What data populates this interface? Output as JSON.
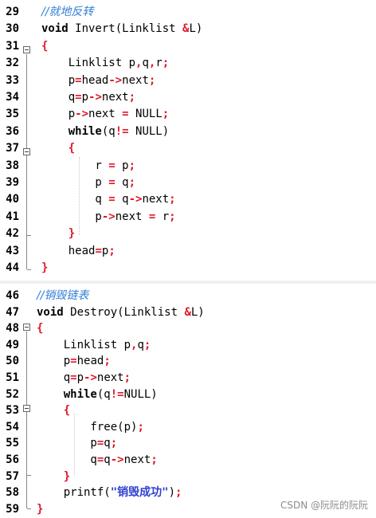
{
  "colors": {
    "keyword": "#000000",
    "operator": "#e0182a",
    "comment": "#2f7ed4",
    "string": "#2f3fd0",
    "watermark": "#8c8c8c"
  },
  "top": {
    "lines": [
      {
        "n": "29",
        "tokens": [
          {
            "t": "//就地反转",
            "c": "cm"
          }
        ]
      },
      {
        "n": "30",
        "tokens": [
          {
            "t": "void",
            "c": "kw"
          },
          {
            "t": " Invert(Linklist ",
            "c": "id"
          },
          {
            "t": "&",
            "c": "op"
          },
          {
            "t": "L)",
            "c": "id"
          }
        ]
      },
      {
        "n": "31",
        "tokens": [
          {
            "t": "{",
            "c": "op"
          }
        ]
      },
      {
        "n": "32",
        "tokens": [
          {
            "t": "    Linklist p",
            "c": "id"
          },
          {
            "t": ",",
            "c": "op"
          },
          {
            "t": "q",
            "c": "id"
          },
          {
            "t": ",",
            "c": "op"
          },
          {
            "t": "r",
            "c": "id"
          },
          {
            "t": ";",
            "c": "op"
          }
        ]
      },
      {
        "n": "33",
        "tokens": [
          {
            "t": "    p",
            "c": "id"
          },
          {
            "t": "=",
            "c": "op"
          },
          {
            "t": "head",
            "c": "id"
          },
          {
            "t": "->",
            "c": "op"
          },
          {
            "t": "next",
            "c": "id"
          },
          {
            "t": ";",
            "c": "op"
          }
        ]
      },
      {
        "n": "34",
        "tokens": [
          {
            "t": "    q",
            "c": "id"
          },
          {
            "t": "=",
            "c": "op"
          },
          {
            "t": "p",
            "c": "id"
          },
          {
            "t": "->",
            "c": "op"
          },
          {
            "t": "next",
            "c": "id"
          },
          {
            "t": ";",
            "c": "op"
          }
        ]
      },
      {
        "n": "35",
        "tokens": [
          {
            "t": "    p",
            "c": "id"
          },
          {
            "t": "->",
            "c": "op"
          },
          {
            "t": "next ",
            "c": "id"
          },
          {
            "t": "=",
            "c": "op"
          },
          {
            "t": " NULL",
            "c": "id"
          },
          {
            "t": ";",
            "c": "op"
          }
        ]
      },
      {
        "n": "36",
        "tokens": [
          {
            "t": "    ",
            "c": "id"
          },
          {
            "t": "while",
            "c": "kw"
          },
          {
            "t": "(q",
            "c": "id"
          },
          {
            "t": "!=",
            "c": "op"
          },
          {
            "t": " NULL)",
            "c": "id"
          }
        ]
      },
      {
        "n": "37",
        "tokens": [
          {
            "t": "    ",
            "c": "id"
          },
          {
            "t": "{",
            "c": "op"
          }
        ]
      },
      {
        "n": "38",
        "tokens": [
          {
            "t": "        r ",
            "c": "id"
          },
          {
            "t": "=",
            "c": "op"
          },
          {
            "t": " p",
            "c": "id"
          },
          {
            "t": ";",
            "c": "op"
          }
        ]
      },
      {
        "n": "39",
        "tokens": [
          {
            "t": "        p ",
            "c": "id"
          },
          {
            "t": "=",
            "c": "op"
          },
          {
            "t": " q",
            "c": "id"
          },
          {
            "t": ";",
            "c": "op"
          }
        ]
      },
      {
        "n": "40",
        "tokens": [
          {
            "t": "        q ",
            "c": "id"
          },
          {
            "t": "=",
            "c": "op"
          },
          {
            "t": " q",
            "c": "id"
          },
          {
            "t": "->",
            "c": "op"
          },
          {
            "t": "next",
            "c": "id"
          },
          {
            "t": ";",
            "c": "op"
          }
        ]
      },
      {
        "n": "41",
        "tokens": [
          {
            "t": "        p",
            "c": "id"
          },
          {
            "t": "->",
            "c": "op"
          },
          {
            "t": "next ",
            "c": "id"
          },
          {
            "t": "=",
            "c": "op"
          },
          {
            "t": " r",
            "c": "id"
          },
          {
            "t": ";",
            "c": "op"
          }
        ]
      },
      {
        "n": "42",
        "tokens": [
          {
            "t": "    ",
            "c": "id"
          },
          {
            "t": "}",
            "c": "op"
          }
        ]
      },
      {
        "n": "43",
        "tokens": [
          {
            "t": "    head",
            "c": "id"
          },
          {
            "t": "=",
            "c": "op"
          },
          {
            "t": "p",
            "c": "id"
          },
          {
            "t": ";",
            "c": "op"
          }
        ]
      },
      {
        "n": "44",
        "tokens": [
          {
            "t": "}",
            "c": "op"
          }
        ]
      }
    ]
  },
  "bottom": {
    "lines": [
      {
        "n": "46",
        "tokens": [
          {
            "t": "//销毁链表",
            "c": "cm"
          }
        ]
      },
      {
        "n": "47",
        "tokens": [
          {
            "t": "void",
            "c": "kw"
          },
          {
            "t": " Destroy(Linklist ",
            "c": "id"
          },
          {
            "t": "&",
            "c": "op"
          },
          {
            "t": "L)",
            "c": "id"
          }
        ]
      },
      {
        "n": "48",
        "tokens": [
          {
            "t": "{",
            "c": "op"
          }
        ]
      },
      {
        "n": "49",
        "tokens": [
          {
            "t": "    Linklist p",
            "c": "id"
          },
          {
            "t": ",",
            "c": "op"
          },
          {
            "t": "q",
            "c": "id"
          },
          {
            "t": ";",
            "c": "op"
          }
        ]
      },
      {
        "n": "50",
        "tokens": [
          {
            "t": "    p",
            "c": "id"
          },
          {
            "t": "=",
            "c": "op"
          },
          {
            "t": "head",
            "c": "id"
          },
          {
            "t": ";",
            "c": "op"
          }
        ]
      },
      {
        "n": "51",
        "tokens": [
          {
            "t": "    q",
            "c": "id"
          },
          {
            "t": "=",
            "c": "op"
          },
          {
            "t": "p",
            "c": "id"
          },
          {
            "t": "->",
            "c": "op"
          },
          {
            "t": "next",
            "c": "id"
          },
          {
            "t": ";",
            "c": "op"
          }
        ]
      },
      {
        "n": "52",
        "tokens": [
          {
            "t": "    ",
            "c": "id"
          },
          {
            "t": "while",
            "c": "kw"
          },
          {
            "t": "(q",
            "c": "id"
          },
          {
            "t": "!=",
            "c": "op"
          },
          {
            "t": "NULL)",
            "c": "id"
          }
        ]
      },
      {
        "n": "53",
        "tokens": [
          {
            "t": "    ",
            "c": "id"
          },
          {
            "t": "{",
            "c": "op"
          }
        ]
      },
      {
        "n": "54",
        "tokens": [
          {
            "t": "        free(p)",
            "c": "id"
          },
          {
            "t": ";",
            "c": "op"
          }
        ]
      },
      {
        "n": "55",
        "tokens": [
          {
            "t": "        p",
            "c": "id"
          },
          {
            "t": "=",
            "c": "op"
          },
          {
            "t": "q",
            "c": "id"
          },
          {
            "t": ";",
            "c": "op"
          }
        ]
      },
      {
        "n": "56",
        "tokens": [
          {
            "t": "        q",
            "c": "id"
          },
          {
            "t": "=",
            "c": "op"
          },
          {
            "t": "q",
            "c": "id"
          },
          {
            "t": "->",
            "c": "op"
          },
          {
            "t": "next",
            "c": "id"
          },
          {
            "t": ";",
            "c": "op"
          }
        ]
      },
      {
        "n": "57",
        "tokens": [
          {
            "t": "    ",
            "c": "id"
          },
          {
            "t": "}",
            "c": "op"
          }
        ]
      },
      {
        "n": "58",
        "tokens": [
          {
            "t": "    printf(",
            "c": "id"
          },
          {
            "t": "\"销毁成功\"",
            "c": "str"
          },
          {
            "t": ")",
            "c": "id"
          },
          {
            "t": ";",
            "c": "op"
          }
        ]
      },
      {
        "n": "59",
        "tokens": [
          {
            "t": "}",
            "c": "op"
          }
        ]
      }
    ]
  },
  "watermark": "CSDN @阮阮的阮阮"
}
